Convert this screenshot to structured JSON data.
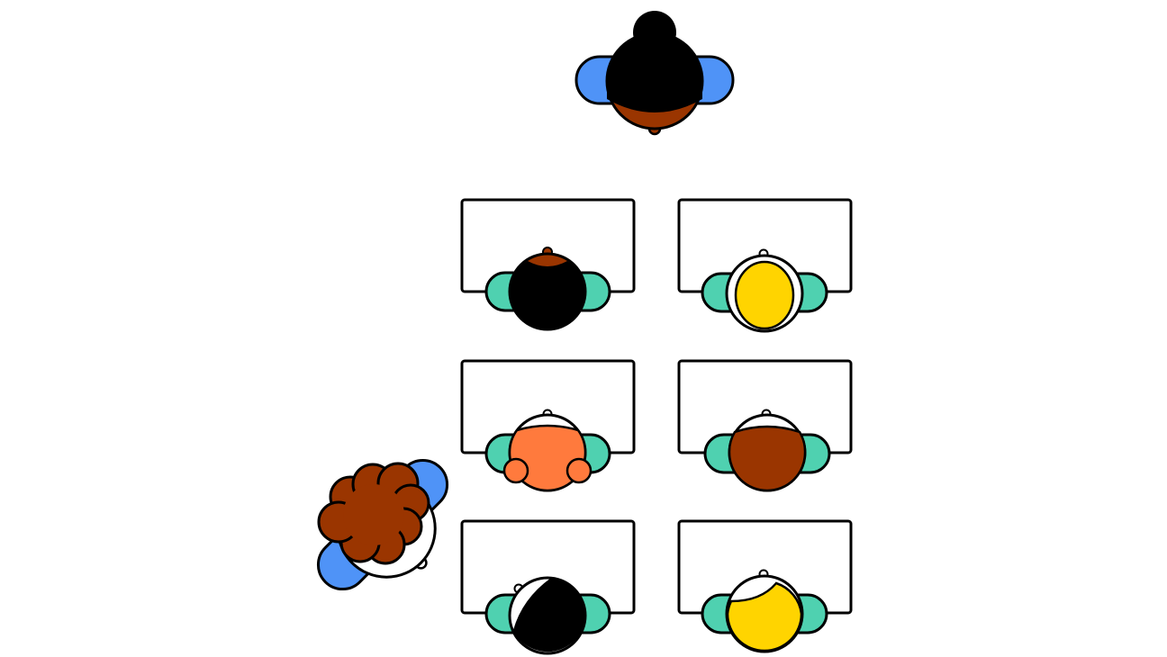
{
  "scene": {
    "description_text": "",
    "colors": {
      "background": "#ffffff",
      "outline": "#000000",
      "desk_fill": "#ffffff",
      "teacher_shoulders": "#4f93f7",
      "student_shoulders": "#4fd1b0",
      "hair_black": "#000000",
      "hair_brown": "#9a3500",
      "hair_yellow": "#ffd400",
      "hair_orange": "#ff7a3d",
      "skin_white": "#ffffff"
    }
  },
  "figures": [
    {
      "name": "teacher-front",
      "hair": "hair_black",
      "shoulders": "teacher_shoulders",
      "skin": "hair_brown"
    },
    {
      "name": "teacher-side",
      "hair": "hair_brown",
      "shoulders": "teacher_shoulders",
      "skin": "skin_white"
    },
    {
      "name": "student-row1-left",
      "hair": "hair_black",
      "shoulders": "student_shoulders",
      "skin": "hair_brown"
    },
    {
      "name": "student-row1-right",
      "hair": "hair_yellow",
      "shoulders": "student_shoulders",
      "skin": "skin_white"
    },
    {
      "name": "student-row2-left",
      "hair": "hair_orange",
      "shoulders": "student_shoulders",
      "skin": "skin_white"
    },
    {
      "name": "student-row2-right",
      "hair": "hair_brown",
      "shoulders": "student_shoulders",
      "skin": "skin_white"
    },
    {
      "name": "student-row3-left",
      "hair": "hair_black",
      "shoulders": "student_shoulders",
      "skin": "skin_white"
    },
    {
      "name": "student-row3-right",
      "hair": "hair_yellow",
      "shoulders": "student_shoulders",
      "skin": "skin_white"
    }
  ]
}
